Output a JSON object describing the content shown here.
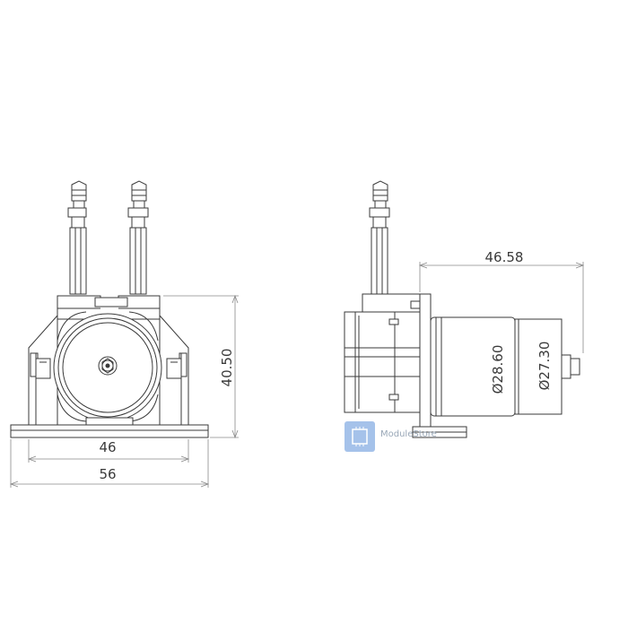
{
  "front_view": {
    "dim_height": "40.50",
    "dim_inner_width": "46",
    "dim_outer_width": "56"
  },
  "side_view": {
    "dim_length": "46.58",
    "dim_diameter_outer": "Ø28.60",
    "dim_diameter_inner": "Ø27.30"
  },
  "watermark": {
    "text": "ModuleStore"
  },
  "colors": {
    "line": "#3a3a3a",
    "dimension": "#8a8a8a",
    "watermark_blue": "#5b8fd9"
  }
}
